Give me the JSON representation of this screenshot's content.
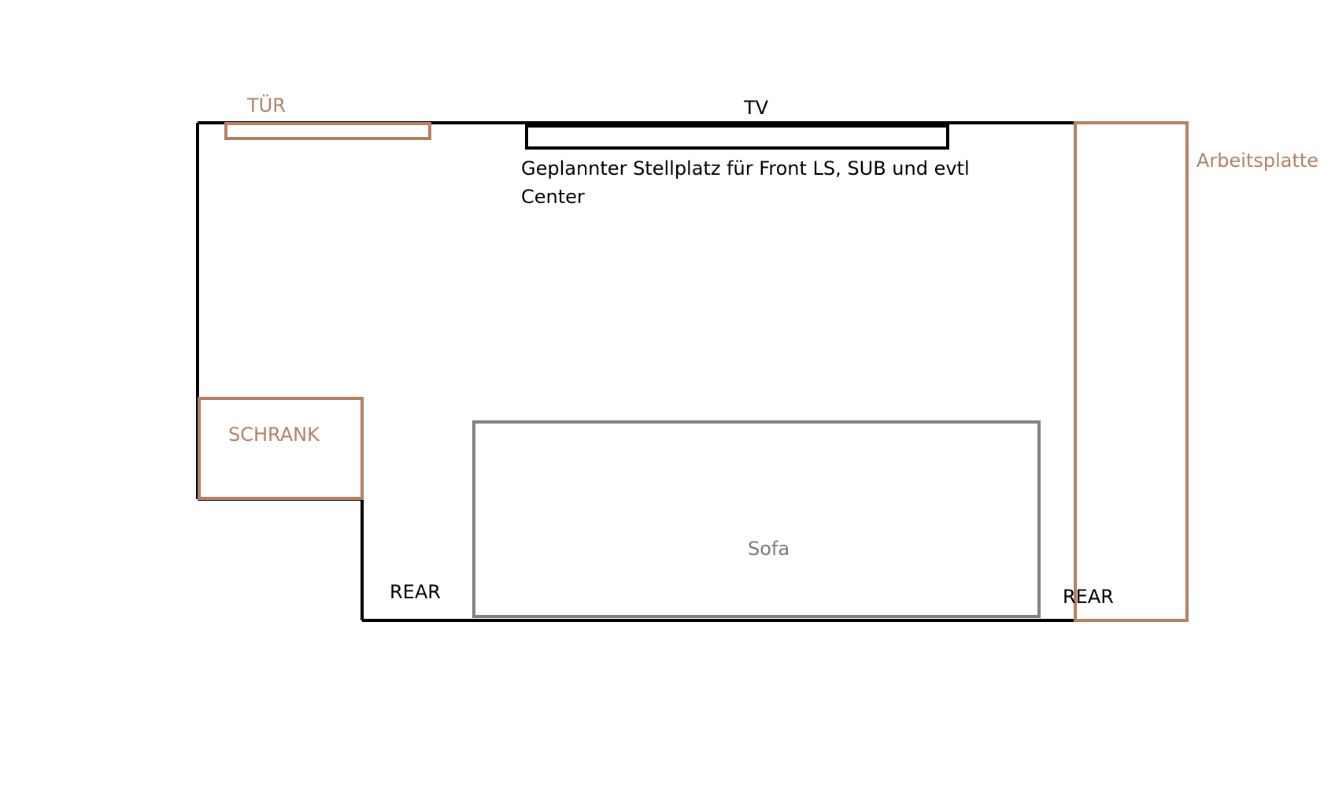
{
  "labels": {
    "door": "TÜR",
    "tv": "TV",
    "front_line1": "Geplannter Stellplatz für Front LS, SUB und evtl",
    "front_line2": "Center",
    "worktop": "Arbeitsplatte",
    "cabinet": "SCHRANK",
    "sofa": "Sofa",
    "rear_left": "REAR",
    "rear_right": "REAR"
  },
  "colors": {
    "wall": "#000000",
    "furniture": "#b57f60",
    "sofa": "#808080",
    "text_dark": "#000000",
    "text_sofa": "#7a7a7a"
  }
}
